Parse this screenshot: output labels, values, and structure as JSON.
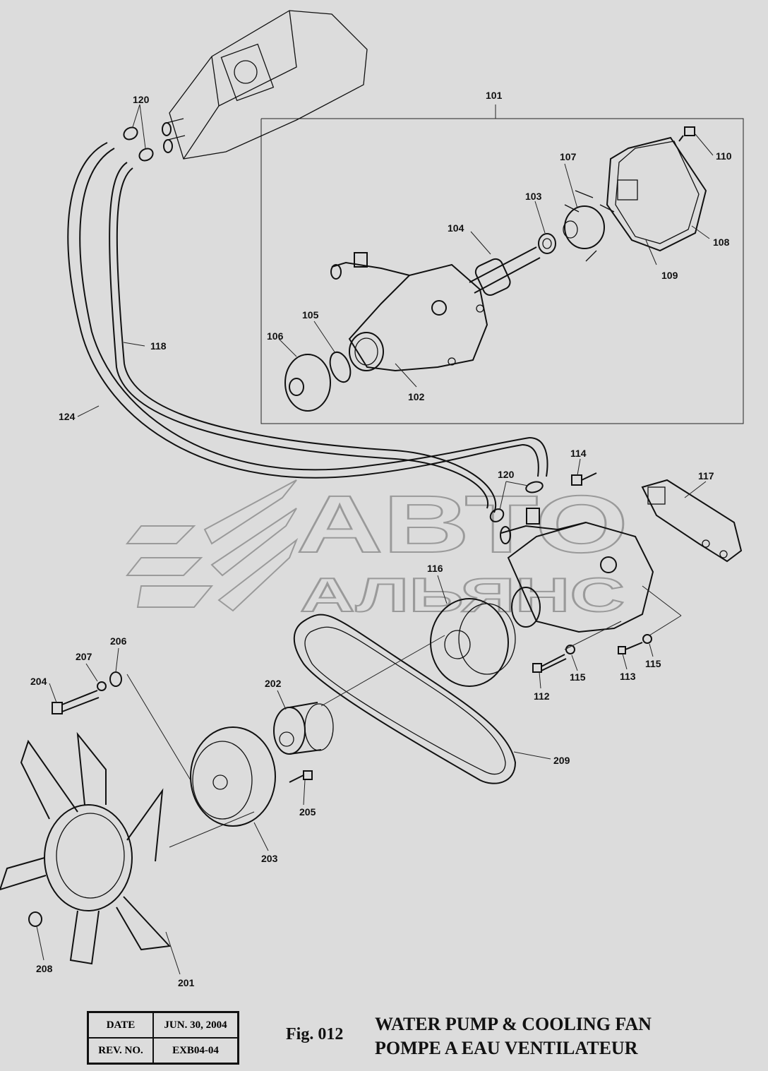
{
  "figure": {
    "number": "Fig. 012",
    "title_en": "WATER PUMP & COOLING FAN",
    "title_fr": "POMPE A EAU VENTILATEUR"
  },
  "info_table": {
    "date_label": "DATE",
    "date_value": "JUN. 30, 2004",
    "rev_label": "REV. NO.",
    "rev_value": "EXB04-04"
  },
  "watermark": {
    "line1": "АВТО",
    "line2": "АЛЬЯНС"
  },
  "callouts": [
    {
      "id": "c101",
      "text": "101"
    },
    {
      "id": "c102",
      "text": "102"
    },
    {
      "id": "c103",
      "text": "103"
    },
    {
      "id": "c104",
      "text": "104"
    },
    {
      "id": "c105",
      "text": "105"
    },
    {
      "id": "c106",
      "text": "106"
    },
    {
      "id": "c107",
      "text": "107"
    },
    {
      "id": "c108",
      "text": "108"
    },
    {
      "id": "c109",
      "text": "109"
    },
    {
      "id": "c110",
      "text": "110"
    },
    {
      "id": "c112",
      "text": "112"
    },
    {
      "id": "c113",
      "text": "113"
    },
    {
      "id": "c114",
      "text": "114"
    },
    {
      "id": "c115a",
      "text": "115"
    },
    {
      "id": "c115b",
      "text": "115"
    },
    {
      "id": "c116",
      "text": "116"
    },
    {
      "id": "c117",
      "text": "117"
    },
    {
      "id": "c118",
      "text": "118"
    },
    {
      "id": "c120a",
      "text": "120"
    },
    {
      "id": "c120b",
      "text": "120"
    },
    {
      "id": "c124",
      "text": "124"
    },
    {
      "id": "c201",
      "text": "201"
    },
    {
      "id": "c202",
      "text": "202"
    },
    {
      "id": "c203",
      "text": "203"
    },
    {
      "id": "c204",
      "text": "204"
    },
    {
      "id": "c205",
      "text": "205"
    },
    {
      "id": "c206",
      "text": "206"
    },
    {
      "id": "c207",
      "text": "207"
    },
    {
      "id": "c208",
      "text": "208"
    },
    {
      "id": "c209",
      "text": "209"
    }
  ]
}
